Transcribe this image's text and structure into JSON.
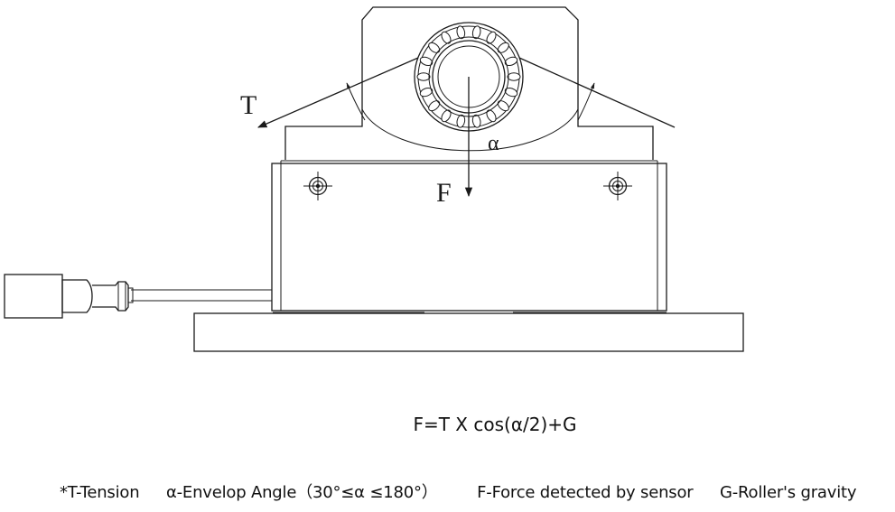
{
  "diagram": {
    "label_T": "T",
    "label_F": "F",
    "label_alpha": "α"
  },
  "formula": "F=T X cos(α/2)+G",
  "legend": {
    "tension": "*T-Tension",
    "angle": "α-Envelop Angle（30°≤α ≤180°）",
    "force": "F-Force detected by sensor",
    "gravity": "G-Roller's gravity"
  }
}
